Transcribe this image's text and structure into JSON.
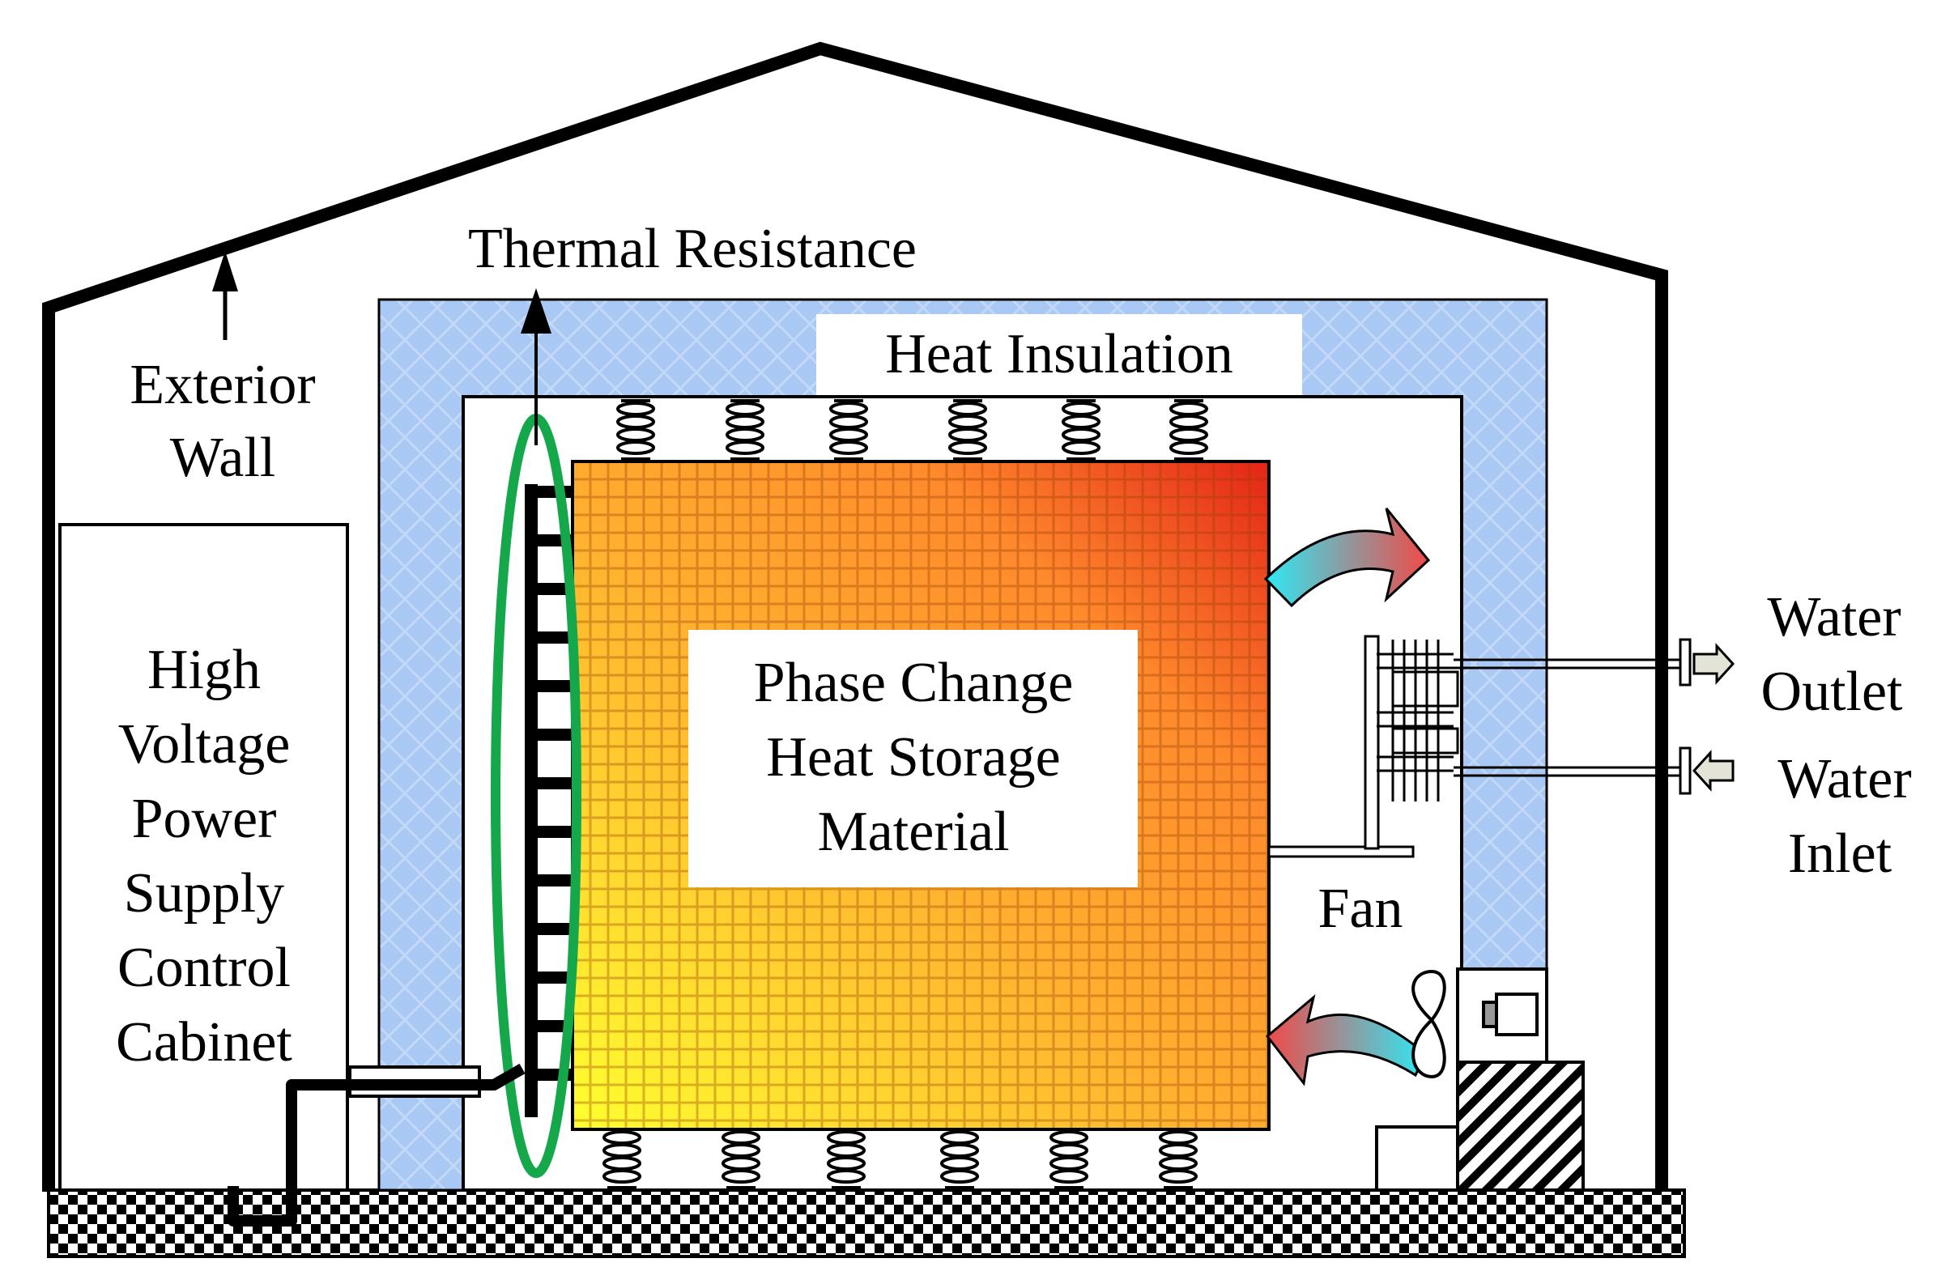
{
  "labels": {
    "thermal_resistance": "Thermal Resistance",
    "exterior_wall_1": "Exterior",
    "exterior_wall_2": "Wall",
    "heat_insulation": "Heat Insulation",
    "cabinet_1": "High",
    "cabinet_2": "Voltage",
    "cabinet_3": "Power",
    "cabinet_4": "Supply",
    "cabinet_5": "Control",
    "cabinet_6": "Cabinet",
    "pcm_1": "Phase Change",
    "pcm_2": "Heat Storage",
    "pcm_3": "Material",
    "fan": "Fan",
    "water_outlet_1": "Water",
    "water_outlet_2": "Outlet",
    "water_inlet_1": "Water",
    "water_inlet_2": "Inlet"
  },
  "colors": {
    "insulation": "#a9c8f3",
    "resistance_ring": "#14a84b",
    "pcm_cool": "#ffff33",
    "pcm_hot": "#e8261b",
    "arrow_cool": "#39e6f2",
    "arrow_hot": "#f25a55"
  }
}
